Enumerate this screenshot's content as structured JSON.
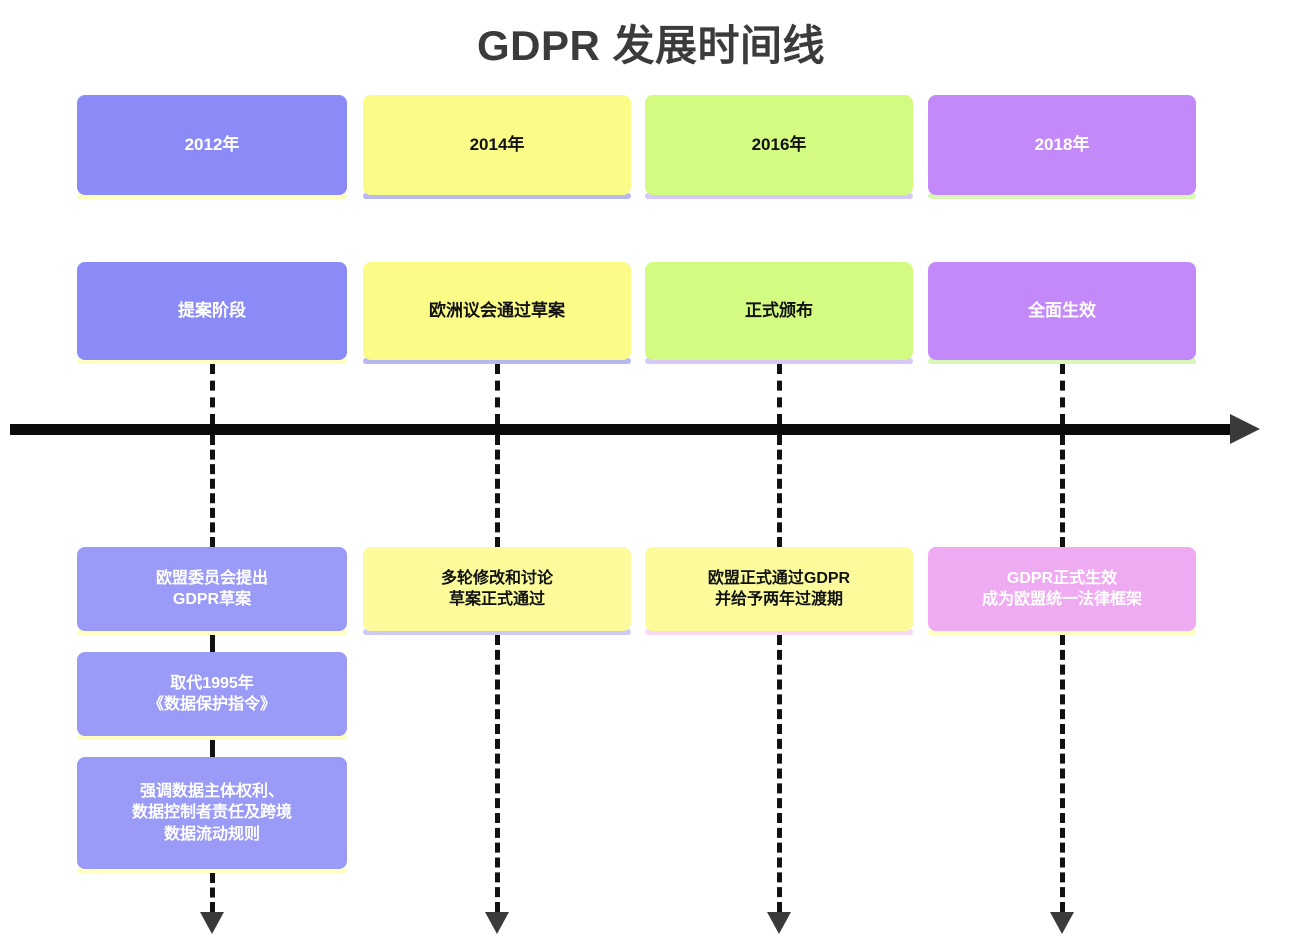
{
  "page": {
    "title": "GDPR 发展时间线",
    "background": "#ffffff",
    "title_color": "#3b3b3b"
  },
  "palette": {
    "periwinkle": "#8b8bf7",
    "yellow": "#fbfb88",
    "green": "#d3fb82",
    "orchid": "#c489f9",
    "light_pink": "#efabf2",
    "shadow_yellow": "#ffffc0",
    "shadow_periwinkle": "#b8b8f0",
    "shadow_lavender": "#d6c9f7",
    "shadow_green": "#d9f7b7",
    "shadow_pink": "#f7d9f2",
    "axis": "#0a0a0a",
    "arrow": "#3a3a3a",
    "dash": "#111111"
  },
  "timeline": {
    "axis_label": "timeline-axis",
    "columns": [
      {
        "id": "col-2012",
        "year": "2012年",
        "year_box": {
          "fill": "#8b8bf7",
          "text_color": "#ffffff",
          "shadow": "#ffffc0"
        },
        "phase": "提案阶段",
        "phase_box": {
          "fill": "#8b8bf7",
          "text_color": "#ffffff",
          "shadow": "#ffffc0"
        },
        "details": [
          {
            "text": "欧盟委员会提出\nGDPR草案",
            "fill": "#9a9af7",
            "text_color": "#ffffff",
            "shadow": "#ffffc0"
          },
          {
            "text": "取代1995年\n《数据保护指令》",
            "fill": "#9a9af7",
            "text_color": "#ffffff",
            "shadow": "#ffffc0"
          },
          {
            "text": "强调数据主体权利、\n数据控制者责任及跨境\n数据流动规则",
            "fill": "#9a9af7",
            "text_color": "#ffffff",
            "shadow": "#ffffc0"
          }
        ]
      },
      {
        "id": "col-2014",
        "year": "2014年",
        "year_box": {
          "fill": "#fbfb88",
          "text_color": "#111111",
          "shadow": "#b8b8f0"
        },
        "phase": "欧洲议会通过草案",
        "phase_box": {
          "fill": "#fbfb88",
          "text_color": "#111111",
          "shadow": "#b8b8f0"
        },
        "details": [
          {
            "text": "多轮修改和讨论\n草案正式通过",
            "fill": "#fbfb9b",
            "text_color": "#111111",
            "shadow": "#ccccf2"
          }
        ]
      },
      {
        "id": "col-2016",
        "year": "2016年",
        "year_box": {
          "fill": "#d3fb82",
          "text_color": "#111111",
          "shadow": "#d6c9f7"
        },
        "phase": "正式颁布",
        "phase_box": {
          "fill": "#d3fb82",
          "text_color": "#111111",
          "shadow": "#d6c9f7"
        },
        "details": [
          {
            "text": "欧盟正式通过GDPR\n并给予两年过渡期",
            "fill": "#fbfb9b",
            "text_color": "#111111",
            "shadow": "#f7d9f2"
          }
        ]
      },
      {
        "id": "col-2018",
        "year": "2018年",
        "year_box": {
          "fill": "#c489f9",
          "text_color": "#ffffff",
          "shadow": "#d9f7b7"
        },
        "phase": "全面生效",
        "phase_box": {
          "fill": "#c489f9",
          "text_color": "#ffffff",
          "shadow": "#d9f7b7"
        },
        "details": [
          {
            "text": "GDPR正式生效\n成为欧盟统一法律框架",
            "fill": "#efabf2",
            "text_color": "#ffffff",
            "shadow": "#ffffc0"
          }
        ]
      }
    ]
  }
}
